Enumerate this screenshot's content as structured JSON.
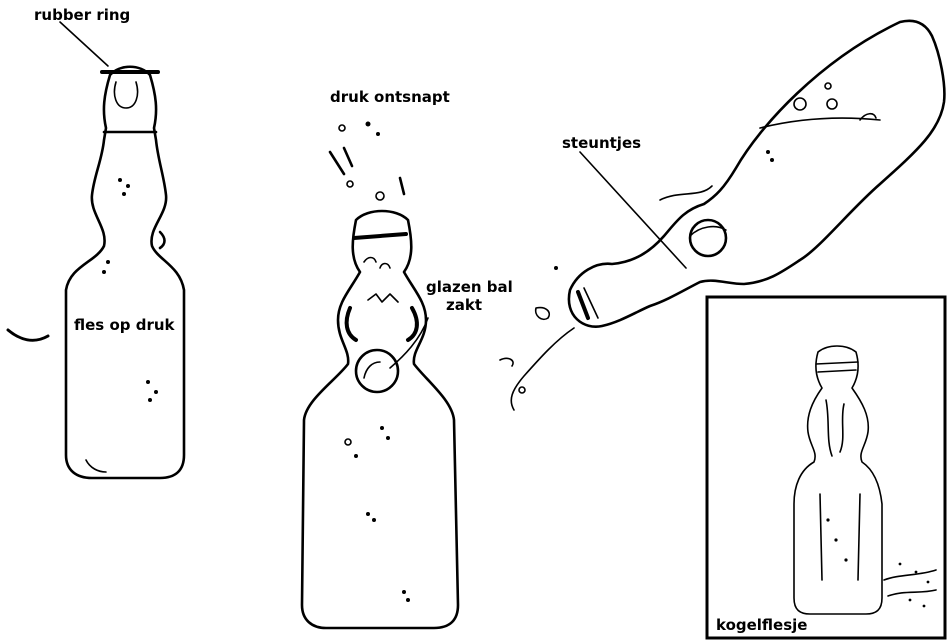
{
  "labels": {
    "rubber_ring": "rubber ring",
    "fles_op_druk": "fles op druk",
    "druk_ontsnapt": "druk ontsnapt",
    "glazen_bal_line1": "glazen bal",
    "glazen_bal_line2": "zakt",
    "steuntjes": "steuntjes",
    "kogelflesje": "kogelflesje"
  },
  "colors": {
    "ink": "#000000",
    "paper": "#ffffff"
  }
}
